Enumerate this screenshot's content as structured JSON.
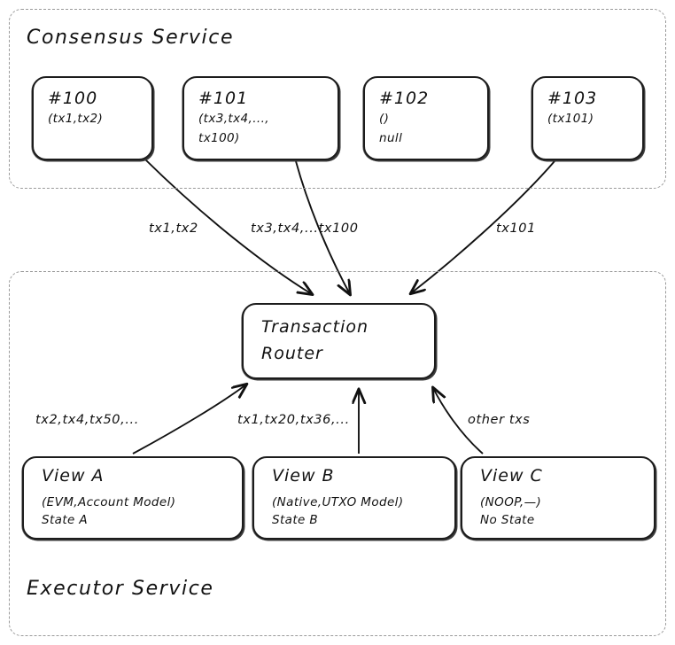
{
  "diagram": {
    "zones": {
      "consensus": {
        "title": "Consensus Service"
      },
      "executor": {
        "title": "Executor Service"
      }
    },
    "consensus_blocks": [
      {
        "id": "#100",
        "line1": "(tx1,tx2)",
        "line2": ""
      },
      {
        "id": "#101",
        "line1": "(tx3,tx4,...,",
        "line2": "tx100)"
      },
      {
        "id": "#102",
        "line1": "()",
        "line2": "null"
      },
      {
        "id": "#103",
        "line1": "(tx101)",
        "line2": ""
      }
    ],
    "router": {
      "line1": "Transaction",
      "line2": "Router"
    },
    "views": [
      {
        "title": "View A",
        "model": "(EVM,Account Model)",
        "state": "State A"
      },
      {
        "title": "View B",
        "model": "(Native,UTXO Model)",
        "state": "State B"
      },
      {
        "title": "View C",
        "model": "(NOOP,—)",
        "state": "No State"
      }
    ],
    "edge_labels": {
      "from_100": "tx1,tx2",
      "from_101": "tx3,tx4,...tx100",
      "from_103": "tx101",
      "to_view_a": "tx2,tx4,tx50,...",
      "to_view_b": "tx1,tx20,tx36,...",
      "to_view_c": "other txs"
    },
    "colors": {
      "ink": "#1c1c1c",
      "dashed_border": "#9a9a9a",
      "background": "#ffffff"
    }
  }
}
